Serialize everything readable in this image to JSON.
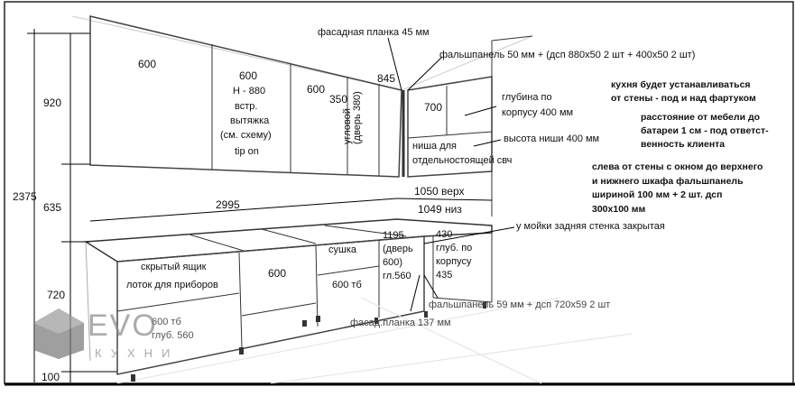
{
  "dimensions": {
    "total_height": "2375",
    "upper_height": "920",
    "apron_height": "635",
    "base_height": "720",
    "plinth": "100",
    "width_left": "2995",
    "right_top": "1050 верх",
    "right_bottom": "1049 низ"
  },
  "upper": {
    "c1": "600",
    "c2_w": "600",
    "c2_h": "Н - 880",
    "c2_a": "встр.",
    "c2_b": "вытяжка",
    "c2_c": "(см. схему)",
    "c2_d": "tip on",
    "c3": "600",
    "c4": "350",
    "c5_w": "845",
    "corner_a": "угловой",
    "corner_b": "(дверь 380)",
    "c6": "700",
    "niche_a": "ниша для",
    "niche_b": "отдельностоящей свч"
  },
  "base": {
    "b1_a": "скрытый ящик",
    "b1_b": "лоток для приборов",
    "b1_c": "600 тб",
    "b1_d": "глуб. 560",
    "b2": "600",
    "b3_a": "сушка",
    "b3_b": "600 тб",
    "b4_a": "1195",
    "b4_b": "(дверь",
    "b4_c": "600)",
    "b4_d": "гл.560",
    "b5_a": "430",
    "b5_b": "глуб. по",
    "b5_c": "корпусу",
    "b5_d": "435"
  },
  "notes": {
    "facade_45": "фасадная планка 45 мм",
    "false_50": "фальшпанель 50 мм + (дсп 880х50 2 шт + 400х50 2 шт)",
    "depth": "глубина по",
    "depth2": "корпусу 400 мм",
    "niche_h": "высота ниши 400 мм",
    "sink": "у мойки задняя стенка закрытая",
    "false_59": "фальшпанель 59 мм + дсп 720х59 2 шт",
    "facade_137": "фасад.планка 137 мм",
    "r1": "кухня будет устанавливаться",
    "r2": "от стены - под и над фартуком",
    "r3": "расстояние от мебели до",
    "r4": "батареи 1 см - под ответст-",
    "r5": "венность клиента",
    "r6": "слева от стены с окном до верхнего",
    "r7": "и нижнего шкафа фальшпанель",
    "r8": "шириной 100 мм + 2 шт. дсп",
    "r9": "300х100 мм"
  },
  "logo": {
    "brand": "EVO",
    "sub": "КУХНИ"
  }
}
